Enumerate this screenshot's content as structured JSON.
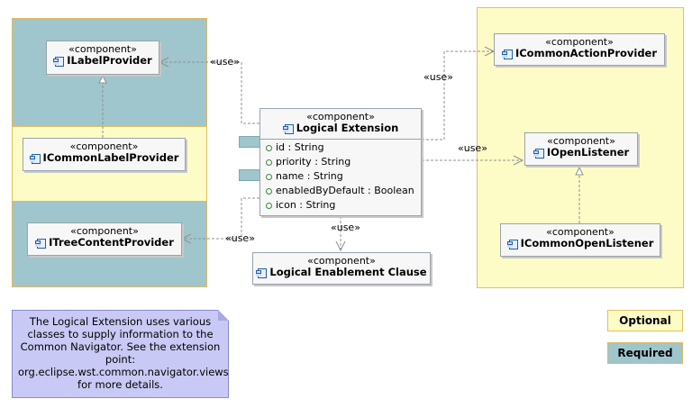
{
  "stereotype": "«component»",
  "use_label": "«use»",
  "components": {
    "label_provider": "ILabelProvider",
    "common_label_provider": "ICommonLabelProvider",
    "tree_content_provider": "ITreeContentProvider",
    "logical_extension": "Logical Extension",
    "enablement_clause": "Logical Enablement Clause",
    "action_provider": "ICommonActionProvider",
    "open_listener": "IOpenListener",
    "common_open_listener": "ICommonOpenListener"
  },
  "attributes": [
    "id : String",
    "priority : String",
    "name : String",
    "enabledByDefault : Boolean",
    "icon : String"
  ],
  "note": {
    "lines": [
      "The Logical Extension uses various",
      "classes to supply information to the",
      "Common Navigator. See the extension",
      "point:",
      "org.eclipse.wst.common.navigator.views",
      "for more details."
    ]
  },
  "legend": {
    "optional": "Optional",
    "required": "Required"
  },
  "colors": {
    "required": "#9fc6cc",
    "optional": "#fefcc6",
    "note": "#c9c9f5"
  }
}
